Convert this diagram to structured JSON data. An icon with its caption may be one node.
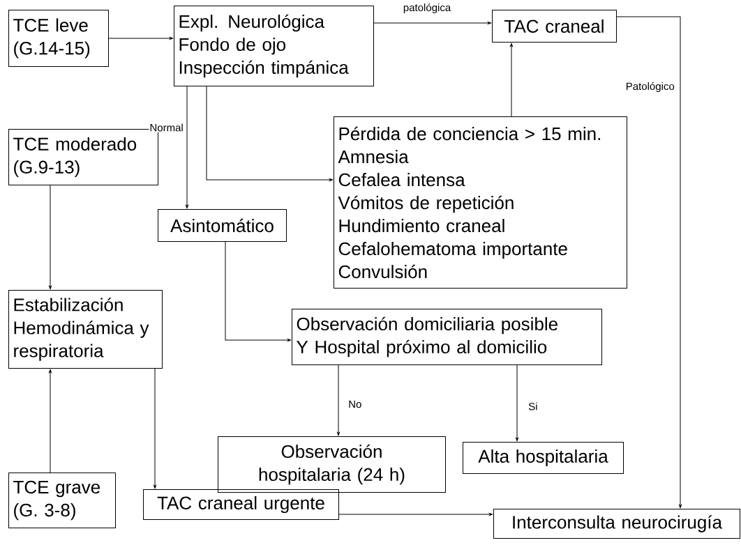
{
  "diagram": {
    "nodes": [
      {
        "text": [
          "TCE leve (G.14-15)"
        ]
      },
      {
        "text": [
          "Expl. Neurológica",
          "Fondo de ojo",
          "Inspección timpánica"
        ]
      },
      {
        "text": [
          "TAC craneal"
        ]
      },
      {
        "text": [
          "TCE moderado (G.9-13)"
        ]
      },
      {
        "text": [
          "Pérdida de conciencia > 15 min.",
          "Amnesia",
          "Cefalea intensa",
          "Vómitos de repetición",
          "Hundimiento craneal",
          "Cefalohematoma importante",
          "Convulsión"
        ]
      },
      {
        "text": [
          "Asintomático"
        ]
      },
      {
        "text": [
          "Estabilización Hemodinámica y respiratoria"
        ]
      },
      {
        "text": [
          "Observación domiciliaria posible",
          "Y Hospital próximo al domicilio"
        ]
      },
      {
        "text": [
          "Observación hospitalaria (24 h)"
        ]
      },
      {
        "text": [
          "Alta hospitalaria"
        ]
      },
      {
        "text": [
          "TCE grave (G. 3-8)"
        ]
      },
      {
        "text": [
          "TAC craneal urgente"
        ]
      },
      {
        "text": [
          "Interconsulta neurocirugía"
        ]
      }
    ],
    "edges": [
      {
        "from": 0,
        "to": 1,
        "arrow": "to"
      },
      {
        "from": 1,
        "to": 2,
        "arrow": "to",
        "label": "patológica"
      },
      {
        "from": 1,
        "to": 5,
        "arrow": "to",
        "label": "Normal"
      },
      {
        "from": 1,
        "to": 4,
        "arrow": "to"
      },
      {
        "from": 4,
        "to": 2,
        "arrow": "to"
      },
      {
        "from": 2,
        "to": 12,
        "arrow": "to",
        "label": "Patológico"
      },
      {
        "from": 3,
        "to": 6,
        "arrow": "to"
      },
      {
        "from": 10,
        "to": 6,
        "arrow": "to"
      },
      {
        "from": 6,
        "to": 11,
        "arrow": "to"
      },
      {
        "from": 5,
        "to": 7,
        "arrow": "to"
      },
      {
        "from": 7,
        "to": 8,
        "arrow": "to",
        "label": "No"
      },
      {
        "from": 7,
        "to": 9,
        "arrow": "to",
        "label": "Si"
      },
      {
        "from": 11,
        "to": 12,
        "arrow": "to"
      }
    ]
  }
}
